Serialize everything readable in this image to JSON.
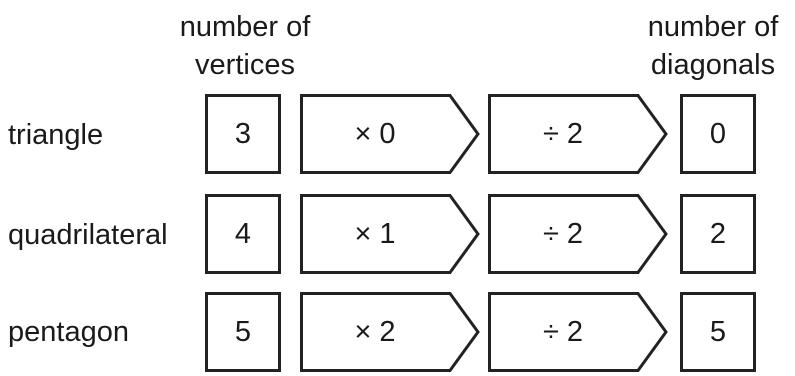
{
  "headers": {
    "left": [
      "number of",
      "vertices"
    ],
    "right": [
      "number of",
      "diagonals"
    ]
  },
  "rows": [
    {
      "shape": "triangle",
      "vertices": "3",
      "multiply": "× 0",
      "divide": "÷ 2",
      "diagonals": "0"
    },
    {
      "shape": "quadrilateral",
      "vertices": "4",
      "multiply": "× 1",
      "divide": "÷ 2",
      "diagonals": "2"
    },
    {
      "shape": "pentagon",
      "vertices": "5",
      "multiply": "× 2",
      "divide": "÷ 2",
      "diagonals": "5"
    }
  ],
  "colors": {
    "stroke": "#222222",
    "text": "#1a1a1a",
    "background": "#ffffff"
  }
}
